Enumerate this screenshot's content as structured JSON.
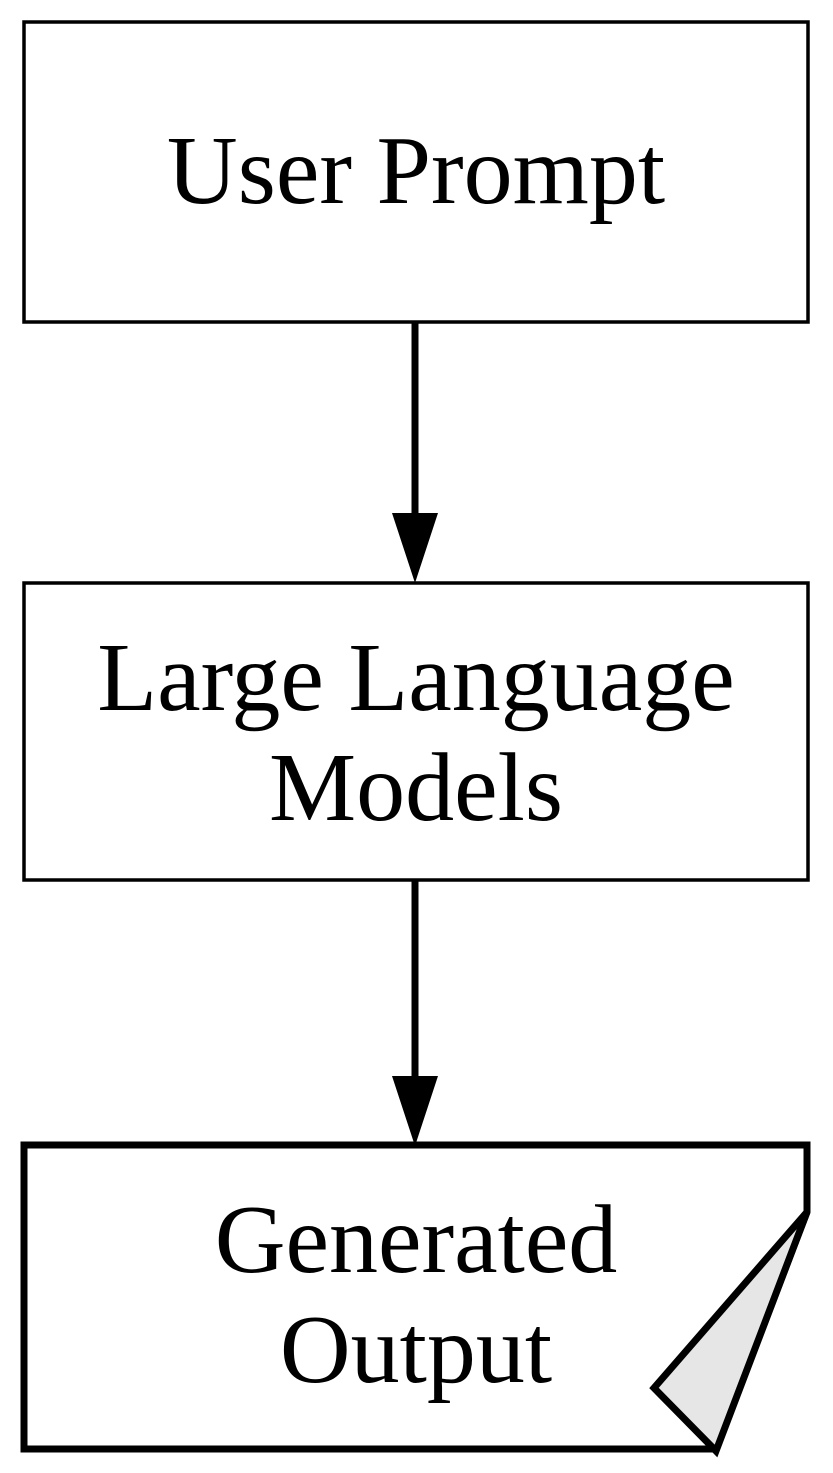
{
  "diagram": {
    "type": "flowchart",
    "direction": "top-down",
    "nodes": [
      {
        "id": "user-prompt",
        "shape": "rectangle",
        "lines": [
          "User Prompt"
        ]
      },
      {
        "id": "large-language-models",
        "shape": "rectangle",
        "lines": [
          "Large Language",
          "Models"
        ]
      },
      {
        "id": "generated-output",
        "shape": "document-folded-corner",
        "lines": [
          "Generated",
          "Output"
        ]
      }
    ],
    "edges": [
      {
        "from": "user-prompt",
        "to": "large-language-models",
        "style": "solid-arrow-down"
      },
      {
        "from": "large-language-models",
        "to": "generated-output",
        "style": "solid-arrow-down"
      }
    ]
  },
  "colors": {
    "background": "#ffffff",
    "stroke": "#000000",
    "text": "#000000",
    "fold_fill": "#e6e6e6"
  }
}
